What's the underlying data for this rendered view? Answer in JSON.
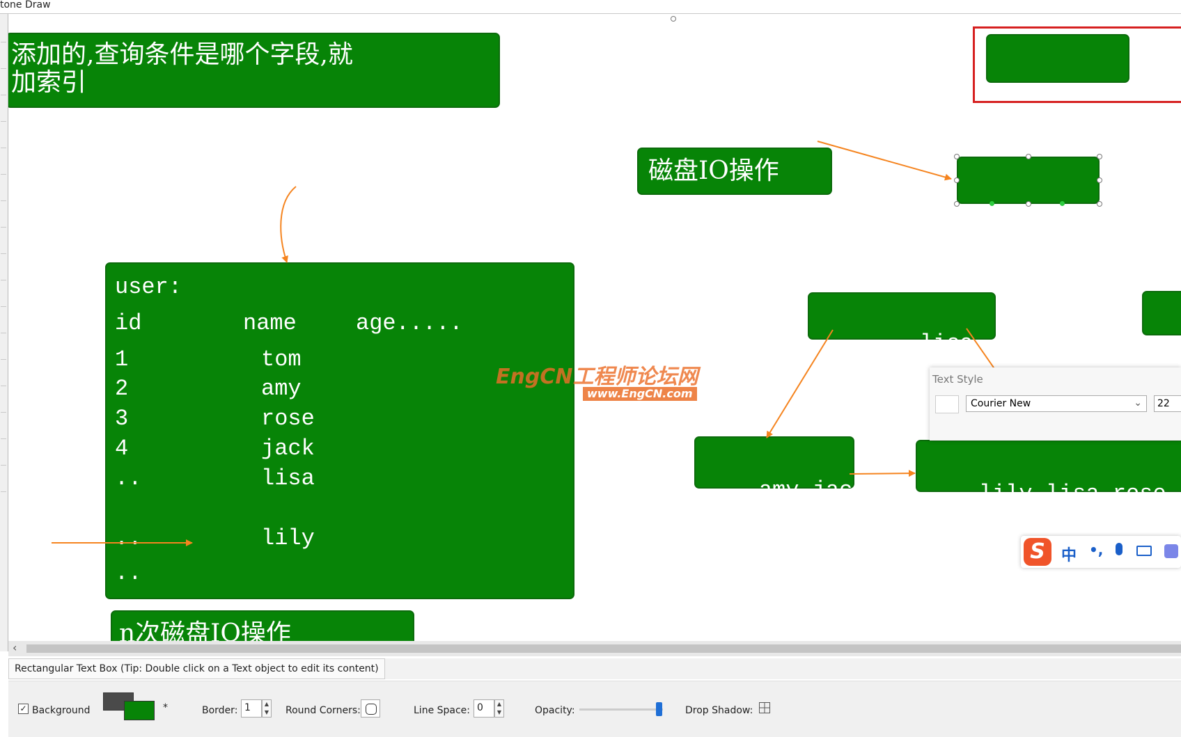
{
  "window": {
    "title": "tone Draw"
  },
  "canvas": {
    "top_note": {
      "line1": "添加的,查询条件是哪个字段,就",
      "line2": "加索引"
    },
    "disk_io_label": "磁盘IO操作",
    "selected_box_text": ". . . .",
    "table_box": {
      "title": "user:",
      "headers": [
        "id",
        "name",
        "age....."
      ],
      "rows": [
        {
          "id": "1",
          "name": "tom"
        },
        {
          "id": "2",
          "name": "amy"
        },
        {
          "id": "3",
          "name": "rose"
        },
        {
          "id": "4",
          "name": "jack"
        },
        {
          "id": "..",
          "name": "lisa"
        },
        {
          "id": "..",
          "name": "lily"
        },
        {
          "id": "..",
          "name": ""
        }
      ]
    },
    "bottom_note": "n次磁盘IO操作",
    "tree": {
      "root": "lisa",
      "left_leaf": "amy jack",
      "right_leaf": "lily lisa rose t"
    },
    "watermark": {
      "main": "EngCN工程师论坛网",
      "url": "www.EngCN.com"
    }
  },
  "text_style_panel": {
    "title": "Text Style",
    "font": "Courier New",
    "size": "22"
  },
  "ime": {
    "logo": "S",
    "lang": "中",
    "punct": "•,"
  },
  "status": {
    "tip": "Rectangular Text Box (Tip: Double click on a Text object to edit its content)"
  },
  "props": {
    "background_label": "Background",
    "border_label": "Border:",
    "border_value": "1",
    "round_corners_label": "Round Corners:",
    "line_space_label": "Line Space:",
    "line_space_value": "0",
    "opacity_label": "Opacity:",
    "opacity_level": 0.95,
    "drop_shadow_label": "Drop Shadow:",
    "asterisk": "*"
  },
  "colors": {
    "box_fill": "#078407",
    "arrow": "#f5841f",
    "selection_red": "#d62020"
  }
}
